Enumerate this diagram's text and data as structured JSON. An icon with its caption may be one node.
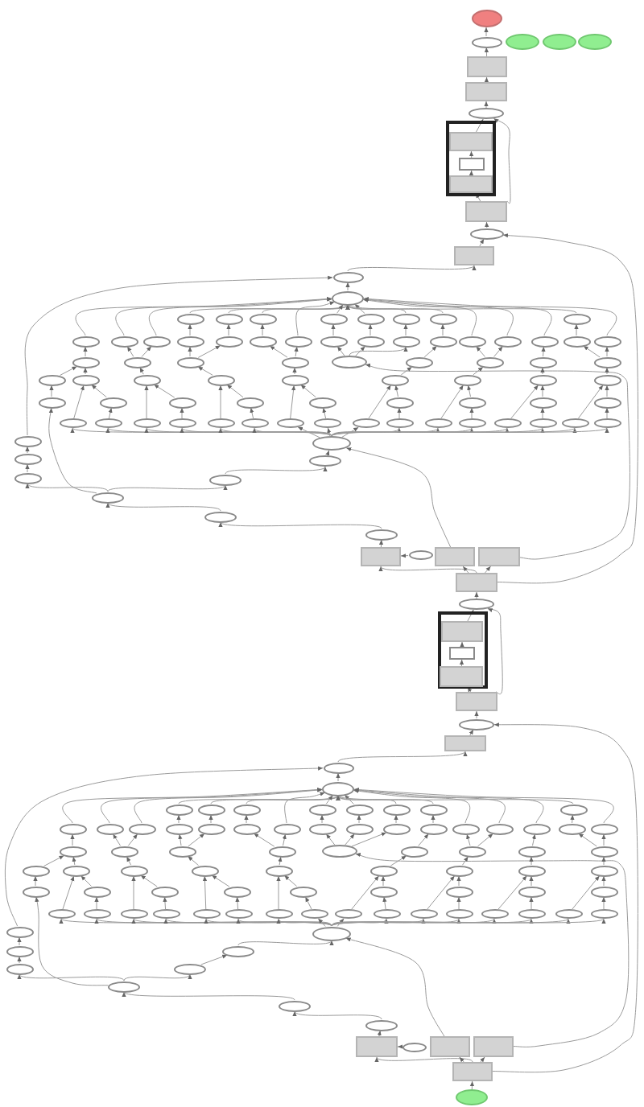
{
  "diagram": {
    "nodes": [
      {
        "text": [],
        "shape": "ellipse"
      },
      {
        "text": [],
        "shape": "ellipse"
      },
      {
        "text": [],
        "shape": "ellipse"
      },
      {
        "text": [],
        "shape": "ellipse"
      },
      {
        "text": [],
        "shape": "ellipse"
      },
      {
        "text": [],
        "shape": "box"
      },
      {
        "text": [],
        "shape": "box"
      },
      {
        "text": [],
        "shape": "ellipse"
      },
      {
        "text": [],
        "shape": "box"
      },
      {
        "text": [],
        "shape": "box",
        "in": 8
      },
      {
        "text": [],
        "shape": "box",
        "in": 8
      },
      {
        "text": [],
        "shape": "box",
        "in": 8
      },
      {
        "text": [],
        "shape": "box"
      },
      {
        "text": [],
        "shape": "ellipse"
      },
      {
        "text": [],
        "shape": "box"
      },
      {
        "text": [],
        "shape": "ellipse"
      },
      {
        "text": [],
        "shape": "ellipse"
      },
      {
        "text": [],
        "shape": "ellipse"
      },
      {
        "text": [],
        "shape": "ellipse"
      },
      {
        "text": [],
        "shape": "ellipse"
      },
      {
        "text": [],
        "shape": "ellipse"
      },
      {
        "text": [],
        "shape": "ellipse"
      },
      {
        "text": [],
        "shape": "ellipse"
      },
      {
        "text": [],
        "shape": "ellipse"
      },
      {
        "text": [],
        "shape": "ellipse"
      },
      {
        "text": [],
        "shape": "ellipse"
      },
      {
        "text": [],
        "shape": "ellipse"
      },
      {
        "text": [],
        "shape": "ellipse"
      },
      {
        "text": [],
        "shape": "ellipse"
      },
      {
        "text": [],
        "shape": "ellipse"
      },
      {
        "text": [],
        "shape": "ellipse"
      },
      {
        "text": [],
        "shape": "ellipse"
      },
      {
        "text": [],
        "shape": "ellipse"
      },
      {
        "text": [],
        "shape": "ellipse"
      },
      {
        "text": [],
        "shape": "ellipse"
      },
      {
        "text": [],
        "shape": "ellipse"
      },
      {
        "text": [],
        "shape": "ellipse"
      },
      {
        "text": [],
        "shape": "ellipse"
      },
      {
        "text": [],
        "shape": "ellipse"
      },
      {
        "text": [],
        "shape": "ellipse"
      },
      {
        "text": [],
        "shape": "ellipse"
      },
      {
        "text": [],
        "shape": "ellipse"
      },
      {
        "text": [],
        "shape": "ellipse"
      },
      {
        "text": [],
        "shape": "ellipse"
      },
      {
        "text": [],
        "shape": "ellipse"
      },
      {
        "text": [],
        "shape": "ellipse"
      },
      {
        "text": [],
        "shape": "ellipse"
      },
      {
        "text": [],
        "shape": "ellipse"
      },
      {
        "text": [],
        "shape": "ellipse"
      },
      {
        "text": [],
        "shape": "ellipse"
      },
      {
        "text": [],
        "shape": "ellipse"
      },
      {
        "text": [],
        "shape": "ellipse"
      },
      {
        "text": [],
        "shape": "ellipse"
      },
      {
        "text": [],
        "shape": "ellipse"
      },
      {
        "text": [],
        "shape": "ellipse"
      },
      {
        "text": [],
        "shape": "ellipse"
      },
      {
        "text": [],
        "shape": "ellipse"
      },
      {
        "text": [],
        "shape": "ellipse"
      },
      {
        "text": [],
        "shape": "ellipse"
      },
      {
        "text": [],
        "shape": "ellipse"
      },
      {
        "text": [],
        "shape": "ellipse"
      },
      {
        "text": [],
        "shape": "ellipse"
      },
      {
        "text": [],
        "shape": "ellipse"
      },
      {
        "text": [],
        "shape": "ellipse"
      },
      {
        "text": [],
        "shape": "ellipse"
      },
      {
        "text": [],
        "shape": "ellipse"
      },
      {
        "text": [],
        "shape": "ellipse"
      },
      {
        "text": [],
        "shape": "ellipse"
      },
      {
        "text": [],
        "shape": "ellipse"
      },
      {
        "text": [],
        "shape": "ellipse"
      },
      {
        "text": [],
        "shape": "ellipse"
      },
      {
        "text": [],
        "shape": "ellipse"
      },
      {
        "text": [],
        "shape": "ellipse"
      },
      {
        "text": [],
        "shape": "ellipse"
      },
      {
        "text": [],
        "shape": "ellipse"
      },
      {
        "text": [],
        "shape": "ellipse"
      },
      {
        "text": [],
        "shape": "ellipse"
      },
      {
        "text": [],
        "shape": "ellipse"
      },
      {
        "text": [],
        "shape": "ellipse"
      },
      {
        "text": [],
        "shape": "ellipse"
      },
      {
        "text": [],
        "shape": "ellipse"
      },
      {
        "text": [],
        "shape": "ellipse"
      },
      {
        "text": [],
        "shape": "ellipse"
      },
      {
        "text": [],
        "shape": "ellipse"
      },
      {
        "text": [],
        "shape": "ellipse"
      },
      {
        "text": [],
        "shape": "ellipse"
      },
      {
        "text": [],
        "shape": "ellipse"
      },
      {
        "text": [],
        "shape": "ellipse"
      },
      {
        "text": [],
        "shape": "ellipse"
      },
      {
        "text": [],
        "shape": "ellipse"
      },
      {
        "text": [],
        "shape": "ellipse"
      },
      {
        "text": [],
        "shape": "ellipse"
      },
      {
        "text": [],
        "shape": "ellipse"
      },
      {
        "text": [],
        "shape": "box"
      },
      {
        "text": [],
        "shape": "ellipse"
      },
      {
        "text": [],
        "shape": "box"
      },
      {
        "text": [],
        "shape": "box"
      },
      {
        "text": [],
        "shape": "box"
      },
      {
        "text": [],
        "shape": "ellipse"
      },
      {
        "text": [],
        "shape": "box"
      },
      {
        "text": [],
        "shape": "box",
        "in": 99
      },
      {
        "text": [],
        "shape": "box",
        "in": 99
      },
      {
        "text": [],
        "shape": "box",
        "in": 99
      },
      {
        "text": [],
        "shape": "box"
      },
      {
        "text": [],
        "shape": "ellipse"
      },
      {
        "text": [],
        "shape": "box"
      },
      {
        "text": [],
        "shape": "ellipse"
      },
      {
        "text": [],
        "shape": "ellipse"
      },
      {
        "text": [],
        "shape": "ellipse"
      },
      {
        "text": [],
        "shape": "ellipse"
      },
      {
        "text": [],
        "shape": "ellipse"
      },
      {
        "text": [],
        "shape": "ellipse"
      },
      {
        "text": [],
        "shape": "ellipse"
      },
      {
        "text": [],
        "shape": "ellipse"
      },
      {
        "text": [],
        "shape": "ellipse"
      },
      {
        "text": [],
        "shape": "ellipse"
      },
      {
        "text": [],
        "shape": "ellipse"
      },
      {
        "text": [],
        "shape": "ellipse"
      },
      {
        "text": [],
        "shape": "ellipse"
      },
      {
        "text": [],
        "shape": "ellipse"
      },
      {
        "text": [],
        "shape": "ellipse"
      },
      {
        "text": [],
        "shape": "ellipse"
      },
      {
        "text": [],
        "shape": "ellipse"
      },
      {
        "text": [],
        "shape": "ellipse"
      },
      {
        "text": [],
        "shape": "ellipse"
      },
      {
        "text": [],
        "shape": "ellipse"
      },
      {
        "text": [],
        "shape": "ellipse"
      },
      {
        "text": [],
        "shape": "ellipse"
      },
      {
        "text": [],
        "shape": "ellipse"
      },
      {
        "text": [],
        "shape": "ellipse"
      },
      {
        "text": [],
        "shape": "ellipse"
      },
      {
        "text": [],
        "shape": "ellipse"
      },
      {
        "text": [],
        "shape": "ellipse"
      },
      {
        "text": [],
        "shape": "ellipse"
      },
      {
        "text": [],
        "shape": "ellipse"
      },
      {
        "text": [],
        "shape": "ellipse"
      },
      {
        "text": [],
        "shape": "ellipse"
      },
      {
        "text": [],
        "shape": "ellipse"
      },
      {
        "text": [],
        "shape": "ellipse"
      },
      {
        "text": [],
        "shape": "ellipse"
      },
      {
        "text": [],
        "shape": "ellipse"
      },
      {
        "text": [],
        "shape": "ellipse"
      },
      {
        "text": [],
        "shape": "ellipse"
      },
      {
        "text": [],
        "shape": "ellipse"
      },
      {
        "text": [],
        "shape": "ellipse"
      },
      {
        "text": [],
        "shape": "ellipse"
      },
      {
        "text": [],
        "shape": "ellipse"
      },
      {
        "text": [],
        "shape": "ellipse"
      },
      {
        "text": [],
        "shape": "ellipse"
      },
      {
        "text": [],
        "shape": "ellipse"
      },
      {
        "text": [],
        "shape": "ellipse"
      },
      {
        "text": [],
        "shape": "ellipse"
      },
      {
        "text": [],
        "shape": "ellipse"
      },
      {
        "text": [],
        "shape": "ellipse"
      },
      {
        "text": [],
        "shape": "ellipse"
      },
      {
        "text": [],
        "shape": "ellipse"
      },
      {
        "text": [],
        "shape": "ellipse"
      },
      {
        "text": [],
        "shape": "ellipse"
      },
      {
        "text": [],
        "shape": "ellipse"
      },
      {
        "text": [],
        "shape": "ellipse"
      },
      {
        "text": [],
        "shape": "ellipse"
      },
      {
        "text": [],
        "shape": "ellipse"
      },
      {
        "text": [],
        "shape": "ellipse"
      },
      {
        "text": [],
        "shape": "ellipse"
      },
      {
        "text": [],
        "shape": "ellipse"
      },
      {
        "text": [],
        "shape": "ellipse"
      },
      {
        "text": [],
        "shape": "ellipse"
      },
      {
        "text": [],
        "shape": "ellipse"
      },
      {
        "text": [],
        "shape": "ellipse"
      },
      {
        "text": [],
        "shape": "ellipse"
      },
      {
        "text": [],
        "shape": "ellipse"
      },
      {
        "text": [],
        "shape": "ellipse"
      },
      {
        "text": [],
        "shape": "ellipse"
      },
      {
        "text": [],
        "shape": "ellipse"
      },
      {
        "text": [],
        "shape": "ellipse"
      },
      {
        "text": [],
        "shape": "ellipse"
      },
      {
        "text": [],
        "shape": "ellipse"
      },
      {
        "text": [],
        "shape": "ellipse"
      },
      {
        "text": [],
        "shape": "ellipse"
      },
      {
        "text": [],
        "shape": "ellipse"
      },
      {
        "text": [],
        "shape": "ellipse"
      },
      {
        "text": [],
        "shape": "ellipse"
      },
      {
        "text": [],
        "shape": "ellipse"
      },
      {
        "text": [],
        "shape": "ellipse"
      },
      {
        "text": [],
        "shape": "box"
      },
      {
        "text": [],
        "shape": "ellipse"
      },
      {
        "text": [],
        "shape": "box"
      },
      {
        "text": [],
        "shape": "box"
      },
      {
        "text": [],
        "shape": "box"
      },
      {
        "text": [],
        "shape": "ellipse"
      }
    ],
    "edges": [
      {
        "from": 12,
        "to": 7,
        "arrow": "to"
      },
      {
        "from": 103,
        "to": 98,
        "arrow": "to"
      },
      {
        "from": 97,
        "to": 13,
        "arrow": "to"
      },
      {
        "from": 96,
        "to": 45,
        "arrow": "to"
      },
      {
        "from": 95,
        "to": 84,
        "arrow": "to"
      },
      {
        "from": 86,
        "to": 15,
        "arrow": "to"
      },
      {
        "from": 177,
        "to": 106,
        "arrow": "to"
      },
      {
        "from": 188,
        "to": 104,
        "arrow": "to"
      },
      {
        "from": 187,
        "to": 136,
        "arrow": "to"
      },
      {
        "from": 186,
        "to": 175,
        "arrow": "to"
      },
      {
        "from": 181,
        "to": 150,
        "arrow": "to"
      },
      {
        "from": 90,
        "to": 59,
        "arrow": "to"
      },
      {
        "from": 25,
        "to": 16,
        "arrow": "to"
      },
      {
        "from": 26,
        "to": 16,
        "arrow": "to"
      },
      {
        "from": 27,
        "to": 16,
        "arrow": "to"
      },
      {
        "from": 31,
        "to": 16,
        "arrow": "to"
      },
      {
        "from": 36,
        "to": 16,
        "arrow": "to"
      },
      {
        "from": 37,
        "to": 16,
        "arrow": "to"
      },
      {
        "from": 38,
        "to": 16,
        "arrow": "to"
      },
      {
        "from": 40,
        "to": 16,
        "arrow": "to"
      },
      {
        "from": 116,
        "to": 107,
        "arrow": "to"
      },
      {
        "from": 117,
        "to": 107,
        "arrow": "to"
      },
      {
        "from": 118,
        "to": 107,
        "arrow": "to"
      },
      {
        "from": 122,
        "to": 107,
        "arrow": "to"
      },
      {
        "from": 127,
        "to": 107,
        "arrow": "to"
      },
      {
        "from": 128,
        "to": 107,
        "arrow": "to"
      },
      {
        "from": 129,
        "to": 107,
        "arrow": "to"
      },
      {
        "from": 131,
        "to": 107,
        "arrow": "to"
      },
      {
        "from": 1,
        "to": 0,
        "arrow": "to"
      },
      {
        "from": 5,
        "to": 1,
        "arrow": "to"
      },
      {
        "from": 6,
        "to": 5,
        "arrow": "to"
      },
      {
        "from": 7,
        "to": 6,
        "arrow": "to"
      },
      {
        "from": 9,
        "to": 7,
        "arrow": "to"
      },
      {
        "from": 10,
        "to": 9,
        "arrow": "to"
      },
      {
        "from": 11,
        "to": 10,
        "arrow": "to"
      },
      {
        "from": 12,
        "to": 11,
        "arrow": "to"
      },
      {
        "from": 13,
        "to": 12,
        "arrow": "to"
      },
      {
        "from": 14,
        "to": 13,
        "arrow": "to"
      },
      {
        "from": 15,
        "to": 14,
        "arrow": "to"
      },
      {
        "from": 16,
        "to": 15,
        "arrow": "to"
      },
      {
        "from": 17,
        "to": 16,
        "arrow": "to"
      },
      {
        "from": 18,
        "to": 16,
        "arrow": "to"
      },
      {
        "from": 19,
        "to": 16,
        "arrow": "to"
      },
      {
        "from": 20,
        "to": 16,
        "arrow": "to"
      },
      {
        "from": 21,
        "to": 16,
        "arrow": "to"
      },
      {
        "from": 22,
        "to": 16,
        "arrow": "to"
      },
      {
        "from": 23,
        "to": 16,
        "arrow": "to"
      },
      {
        "from": 24,
        "to": 16,
        "arrow": "to"
      },
      {
        "from": 28,
        "to": 17,
        "arrow": "to"
      },
      {
        "from": 29,
        "to": 18,
        "arrow": "to"
      },
      {
        "from": 30,
        "to": 19,
        "arrow": "to"
      },
      {
        "from": 32,
        "to": 20,
        "arrow": "to"
      },
      {
        "from": 33,
        "to": 21,
        "arrow": "to"
      },
      {
        "from": 34,
        "to": 22,
        "arrow": "to"
      },
      {
        "from": 35,
        "to": 23,
        "arrow": "to"
      },
      {
        "from": 39,
        "to": 24,
        "arrow": "to"
      },
      {
        "from": 41,
        "to": 25,
        "arrow": "to"
      },
      {
        "from": 42,
        "to": 26,
        "arrow": "to"
      },
      {
        "from": 42,
        "to": 27,
        "arrow": "to"
      },
      {
        "from": 43,
        "to": 28,
        "arrow": "to"
      },
      {
        "from": 43,
        "to": 29,
        "arrow": "to"
      },
      {
        "from": 44,
        "to": 30,
        "arrow": "to"
      },
      {
        "from": 44,
        "to": 31,
        "arrow": "to"
      },
      {
        "from": 45,
        "to": 32,
        "arrow": "to"
      },
      {
        "from": 45,
        "to": 33,
        "arrow": "to"
      },
      {
        "from": 45,
        "to": 34,
        "arrow": "to"
      },
      {
        "from": 46,
        "to": 35,
        "arrow": "to"
      },
      {
        "from": 47,
        "to": 36,
        "arrow": "to"
      },
      {
        "from": 47,
        "to": 37,
        "arrow": "to"
      },
      {
        "from": 48,
        "to": 38,
        "arrow": "to"
      },
      {
        "from": 49,
        "to": 39,
        "arrow": "to"
      },
      {
        "from": 49,
        "to": 40,
        "arrow": "to"
      },
      {
        "from": 50,
        "to": 41,
        "arrow": "to"
      },
      {
        "from": 51,
        "to": 41,
        "arrow": "to"
      },
      {
        "from": 52,
        "to": 42,
        "arrow": "to"
      },
      {
        "from": 53,
        "to": 43,
        "arrow": "to"
      },
      {
        "from": 54,
        "to": 44,
        "arrow": "to"
      },
      {
        "from": 55,
        "to": 46,
        "arrow": "to"
      },
      {
        "from": 56,
        "to": 47,
        "arrow": "to"
      },
      {
        "from": 57,
        "to": 48,
        "arrow": "to"
      },
      {
        "from": 58,
        "to": 49,
        "arrow": "to"
      },
      {
        "from": 59,
        "to": 50,
        "arrow": "to"
      },
      {
        "from": 60,
        "to": 51,
        "arrow": "to"
      },
      {
        "from": 61,
        "to": 52,
        "arrow": "to"
      },
      {
        "from": 62,
        "to": 53,
        "arrow": "to"
      },
      {
        "from": 63,
        "to": 54,
        "arrow": "to"
      },
      {
        "from": 64,
        "to": 55,
        "arrow": "to"
      },
      {
        "from": 65,
        "to": 56,
        "arrow": "to"
      },
      {
        "from": 66,
        "to": 57,
        "arrow": "to"
      },
      {
        "from": 67,
        "to": 58,
        "arrow": "to"
      },
      {
        "from": 68,
        "to": 51,
        "arrow": "to"
      },
      {
        "from": 69,
        "to": 60,
        "arrow": "to"
      },
      {
        "from": 70,
        "to": 52,
        "arrow": "to"
      },
      {
        "from": 71,
        "to": 61,
        "arrow": "to"
      },
      {
        "from": 72,
        "to": 53,
        "arrow": "to"
      },
      {
        "from": 73,
        "to": 62,
        "arrow": "to"
      },
      {
        "from": 74,
        "to": 54,
        "arrow": "to"
      },
      {
        "from": 75,
        "to": 63,
        "arrow": "to"
      },
      {
        "from": 76,
        "to": 55,
        "arrow": "to"
      },
      {
        "from": 77,
        "to": 64,
        "arrow": "to"
      },
      {
        "from": 78,
        "to": 56,
        "arrow": "to"
      },
      {
        "from": 79,
        "to": 65,
        "arrow": "to"
      },
      {
        "from": 80,
        "to": 57,
        "arrow": "to"
      },
      {
        "from": 81,
        "to": 66,
        "arrow": "to"
      },
      {
        "from": 82,
        "to": 58,
        "arrow": "to"
      },
      {
        "from": 83,
        "to": 67,
        "arrow": "to"
      },
      {
        "from": 84,
        "to": 68,
        "arrow": "to"
      },
      {
        "from": 84,
        "to": 69,
        "arrow": "to"
      },
      {
        "from": 84,
        "to": 70,
        "arrow": "to"
      },
      {
        "from": 84,
        "to": 71,
        "arrow": "to"
      },
      {
        "from": 84,
        "to": 72,
        "arrow": "to"
      },
      {
        "from": 84,
        "to": 73,
        "arrow": "to"
      },
      {
        "from": 84,
        "to": 74,
        "arrow": "to"
      },
      {
        "from": 84,
        "to": 75,
        "arrow": "to"
      },
      {
        "from": 84,
        "to": 76,
        "arrow": "to"
      },
      {
        "from": 84,
        "to": 77,
        "arrow": "to"
      },
      {
        "from": 84,
        "to": 78,
        "arrow": "to"
      },
      {
        "from": 84,
        "to": 79,
        "arrow": "to"
      },
      {
        "from": 84,
        "to": 80,
        "arrow": "to"
      },
      {
        "from": 84,
        "to": 81,
        "arrow": "to"
      },
      {
        "from": 84,
        "to": 82,
        "arrow": "to"
      },
      {
        "from": 84,
        "to": 83,
        "arrow": "to"
      },
      {
        "from": 85,
        "to": 84,
        "arrow": "to"
      },
      {
        "from": 89,
        "to": 85,
        "arrow": "to"
      },
      {
        "from": 90,
        "to": 89,
        "arrow": "to"
      },
      {
        "from": 87,
        "to": 86,
        "arrow": "to"
      },
      {
        "from": 88,
        "to": 87,
        "arrow": "to"
      },
      {
        "from": 90,
        "to": 88,
        "arrow": "to"
      },
      {
        "from": 91,
        "to": 90,
        "arrow": "to"
      },
      {
        "from": 92,
        "to": 91,
        "arrow": "to"
      },
      {
        "from": 93,
        "to": 92,
        "arrow": "to"
      },
      {
        "from": 94,
        "to": 93,
        "arrow": "to"
      },
      {
        "from": 97,
        "to": 93,
        "arrow": "to"
      },
      {
        "from": 97,
        "to": 95,
        "arrow": "to"
      },
      {
        "from": 97,
        "to": 96,
        "arrow": "to"
      },
      {
        "from": 98,
        "to": 97,
        "arrow": "to"
      },
      {
        "from": 100,
        "to": 98,
        "arrow": "to"
      },
      {
        "from": 101,
        "to": 100,
        "arrow": "to"
      },
      {
        "from": 102,
        "to": 101,
        "arrow": "to"
      },
      {
        "from": 103,
        "to": 102,
        "arrow": "to"
      },
      {
        "from": 104,
        "to": 103,
        "arrow": "to"
      },
      {
        "from": 105,
        "to": 104,
        "arrow": "to"
      },
      {
        "from": 106,
        "to": 105,
        "arrow": "to"
      },
      {
        "from": 107,
        "to": 106,
        "arrow": "to"
      },
      {
        "from": 108,
        "to": 107,
        "arrow": "to"
      },
      {
        "from": 109,
        "to": 107,
        "arrow": "to"
      },
      {
        "from": 110,
        "to": 107,
        "arrow": "to"
      },
      {
        "from": 111,
        "to": 107,
        "arrow": "to"
      },
      {
        "from": 112,
        "to": 107,
        "arrow": "to"
      },
      {
        "from": 113,
        "to": 107,
        "arrow": "to"
      },
      {
        "from": 114,
        "to": 107,
        "arrow": "to"
      },
      {
        "from": 115,
        "to": 107,
        "arrow": "to"
      },
      {
        "from": 119,
        "to": 108,
        "arrow": "to"
      },
      {
        "from": 120,
        "to": 109,
        "arrow": "to"
      },
      {
        "from": 121,
        "to": 110,
        "arrow": "to"
      },
      {
        "from": 123,
        "to": 111,
        "arrow": "to"
      },
      {
        "from": 124,
        "to": 112,
        "arrow": "to"
      },
      {
        "from": 125,
        "to": 113,
        "arrow": "to"
      },
      {
        "from": 126,
        "to": 114,
        "arrow": "to"
      },
      {
        "from": 130,
        "to": 115,
        "arrow": "to"
      },
      {
        "from": 132,
        "to": 116,
        "arrow": "to"
      },
      {
        "from": 133,
        "to": 117,
        "arrow": "to"
      },
      {
        "from": 133,
        "to": 118,
        "arrow": "to"
      },
      {
        "from": 134,
        "to": 119,
        "arrow": "to"
      },
      {
        "from": 134,
        "to": 120,
        "arrow": "to"
      },
      {
        "from": 135,
        "to": 121,
        "arrow": "to"
      },
      {
        "from": 135,
        "to": 122,
        "arrow": "to"
      },
      {
        "from": 136,
        "to": 123,
        "arrow": "to"
      },
      {
        "from": 136,
        "to": 124,
        "arrow": "to"
      },
      {
        "from": 136,
        "to": 125,
        "arrow": "to"
      },
      {
        "from": 137,
        "to": 126,
        "arrow": "to"
      },
      {
        "from": 138,
        "to": 127,
        "arrow": "to"
      },
      {
        "from": 138,
        "to": 128,
        "arrow": "to"
      },
      {
        "from": 139,
        "to": 129,
        "arrow": "to"
      },
      {
        "from": 140,
        "to": 130,
        "arrow": "to"
      },
      {
        "from": 140,
        "to": 131,
        "arrow": "to"
      },
      {
        "from": 141,
        "to": 132,
        "arrow": "to"
      },
      {
        "from": 142,
        "to": 132,
        "arrow": "to"
      },
      {
        "from": 143,
        "to": 133,
        "arrow": "to"
      },
      {
        "from": 144,
        "to": 134,
        "arrow": "to"
      },
      {
        "from": 145,
        "to": 135,
        "arrow": "to"
      },
      {
        "from": 146,
        "to": 137,
        "arrow": "to"
      },
      {
        "from": 147,
        "to": 138,
        "arrow": "to"
      },
      {
        "from": 148,
        "to": 139,
        "arrow": "to"
      },
      {
        "from": 149,
        "to": 140,
        "arrow": "to"
      },
      {
        "from": 150,
        "to": 141,
        "arrow": "to"
      },
      {
        "from": 151,
        "to": 142,
        "arrow": "to"
      },
      {
        "from": 152,
        "to": 143,
        "arrow": "to"
      },
      {
        "from": 153,
        "to": 144,
        "arrow": "to"
      },
      {
        "from": 154,
        "to": 145,
        "arrow": "to"
      },
      {
        "from": 155,
        "to": 146,
        "arrow": "to"
      },
      {
        "from": 156,
        "to": 147,
        "arrow": "to"
      },
      {
        "from": 157,
        "to": 148,
        "arrow": "to"
      },
      {
        "from": 158,
        "to": 149,
        "arrow": "to"
      },
      {
        "from": 159,
        "to": 142,
        "arrow": "to"
      },
      {
        "from": 160,
        "to": 151,
        "arrow": "to"
      },
      {
        "from": 161,
        "to": 143,
        "arrow": "to"
      },
      {
        "from": 162,
        "to": 152,
        "arrow": "to"
      },
      {
        "from": 163,
        "to": 144,
        "arrow": "to"
      },
      {
        "from": 164,
        "to": 153,
        "arrow": "to"
      },
      {
        "from": 165,
        "to": 145,
        "arrow": "to"
      },
      {
        "from": 166,
        "to": 154,
        "arrow": "to"
      },
      {
        "from": 167,
        "to": 146,
        "arrow": "to"
      },
      {
        "from": 168,
        "to": 155,
        "arrow": "to"
      },
      {
        "from": 169,
        "to": 147,
        "arrow": "to"
      },
      {
        "from": 170,
        "to": 156,
        "arrow": "to"
      },
      {
        "from": 171,
        "to": 148,
        "arrow": "to"
      },
      {
        "from": 172,
        "to": 157,
        "arrow": "to"
      },
      {
        "from": 173,
        "to": 149,
        "arrow": "to"
      },
      {
        "from": 174,
        "to": 158,
        "arrow": "to"
      },
      {
        "from": 175,
        "to": 159,
        "arrow": "to"
      },
      {
        "from": 175,
        "to": 160,
        "arrow": "to"
      },
      {
        "from": 175,
        "to": 161,
        "arrow": "to"
      },
      {
        "from": 175,
        "to": 162,
        "arrow": "to"
      },
      {
        "from": 175,
        "to": 163,
        "arrow": "to"
      },
      {
        "from": 175,
        "to": 164,
        "arrow": "to"
      },
      {
        "from": 175,
        "to": 165,
        "arrow": "to"
      },
      {
        "from": 175,
        "to": 166,
        "arrow": "to"
      },
      {
        "from": 175,
        "to": 167,
        "arrow": "to"
      },
      {
        "from": 175,
        "to": 168,
        "arrow": "to"
      },
      {
        "from": 175,
        "to": 169,
        "arrow": "to"
      },
      {
        "from": 175,
        "to": 170,
        "arrow": "to"
      },
      {
        "from": 175,
        "to": 171,
        "arrow": "to"
      },
      {
        "from": 175,
        "to": 172,
        "arrow": "to"
      },
      {
        "from": 175,
        "to": 173,
        "arrow": "to"
      },
      {
        "from": 175,
        "to": 174,
        "arrow": "to"
      },
      {
        "from": 176,
        "to": 175,
        "arrow": "to"
      },
      {
        "from": 180,
        "to": 176,
        "arrow": "to"
      },
      {
        "from": 181,
        "to": 180,
        "arrow": "to"
      },
      {
        "from": 178,
        "to": 177,
        "arrow": "to"
      },
      {
        "from": 179,
        "to": 178,
        "arrow": "to"
      },
      {
        "from": 181,
        "to": 179,
        "arrow": "to"
      },
      {
        "from": 182,
        "to": 181,
        "arrow": "to"
      },
      {
        "from": 183,
        "to": 182,
        "arrow": "to"
      },
      {
        "from": 184,
        "to": 183,
        "arrow": "to"
      },
      {
        "from": 185,
        "to": 184,
        "arrow": "to"
      },
      {
        "from": 188,
        "to": 184,
        "arrow": "to"
      },
      {
        "from": 188,
        "to": 186,
        "arrow": "to"
      },
      {
        "from": 188,
        "to": 187,
        "arrow": "to"
      },
      {
        "from": 189,
        "to": 188,
        "arrow": "to"
      }
    ]
  }
}
